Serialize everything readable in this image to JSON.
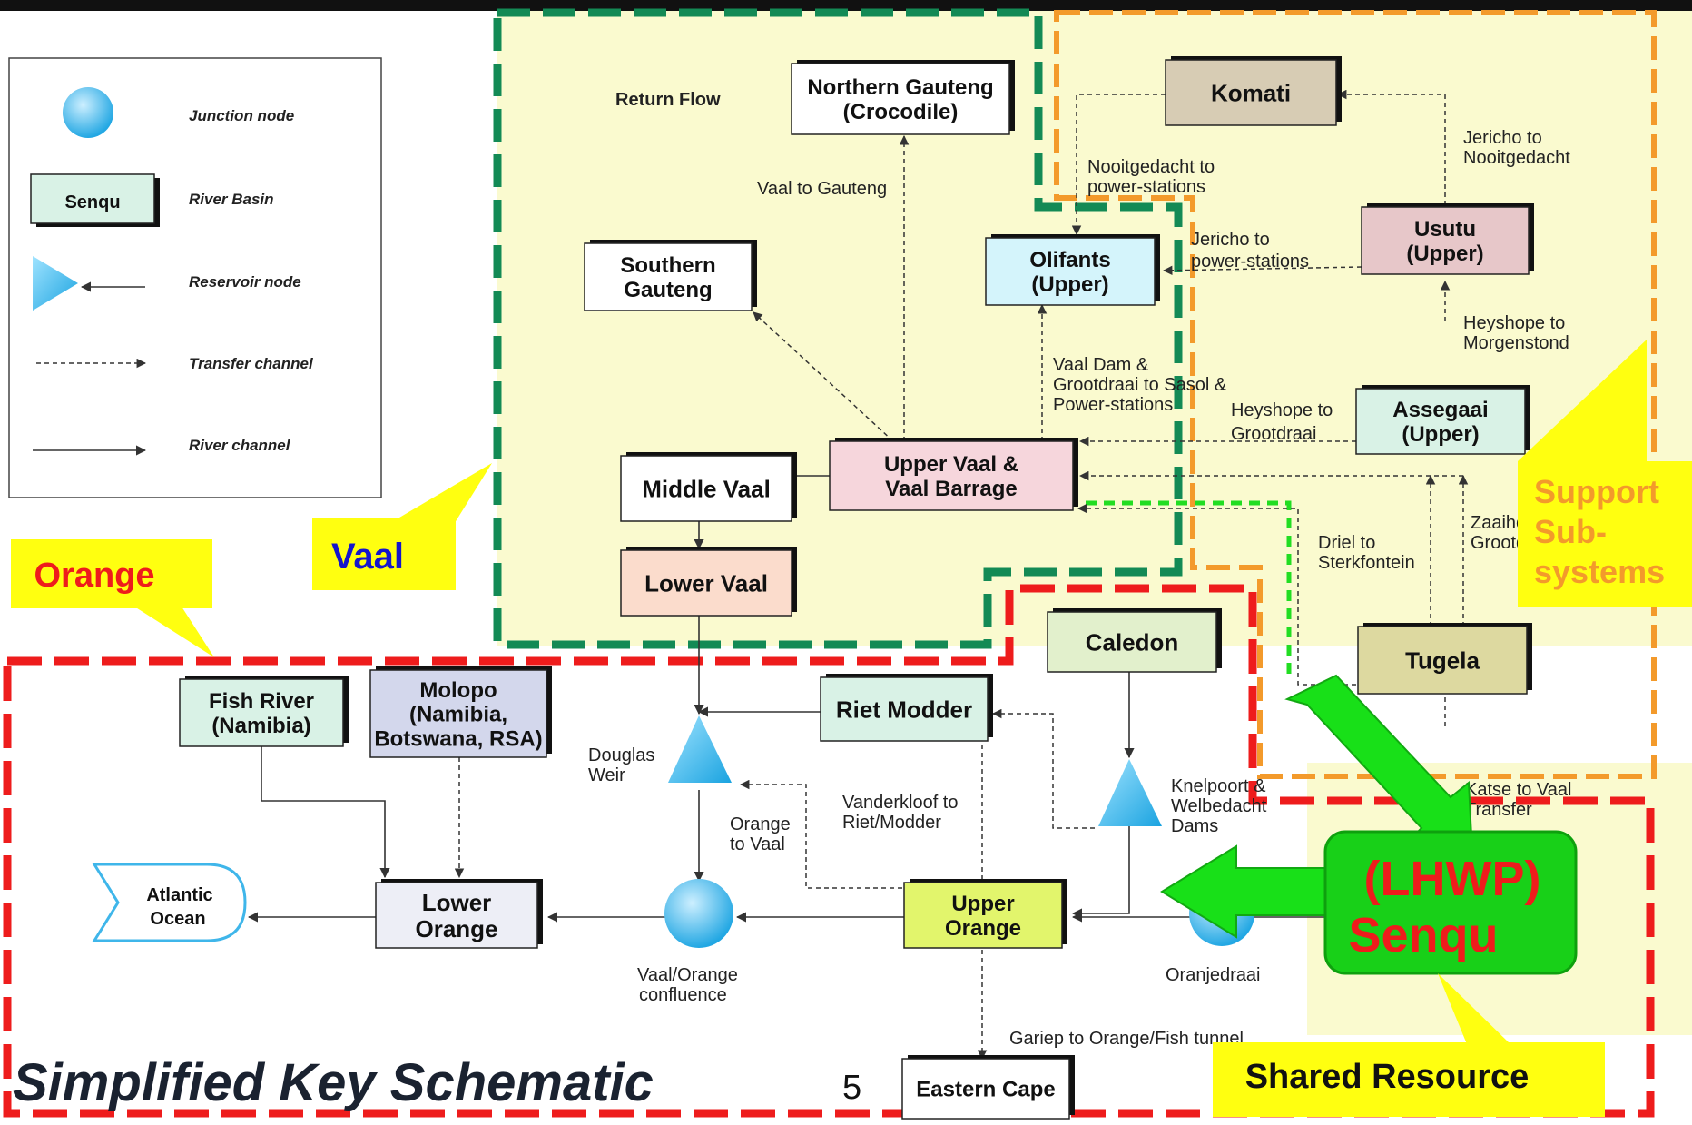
{
  "title": "Simplified Key Schematic",
  "page_number": "5",
  "legend": {
    "junction": "Junction node",
    "basin_sample": "Senqu",
    "basin": "River Basin",
    "reservoir": "Reservoir node",
    "transfer": "Transfer channel",
    "river": "River channel"
  },
  "basins": {
    "northern_gauteng": [
      "Northern Gauteng",
      "(Crocodile)"
    ],
    "southern_gauteng": [
      "Southern",
      "Gauteng"
    ],
    "olifants": [
      "Olifants",
      "(Upper)"
    ],
    "komati": [
      "Komati"
    ],
    "usutu": [
      "Usutu",
      "(Upper)"
    ],
    "assegaai": [
      "Assegaai",
      "(Upper)"
    ],
    "upper_vaal": [
      "Upper Vaal &",
      "Vaal Barrage"
    ],
    "middle_vaal": [
      "Middle Vaal"
    ],
    "lower_vaal": [
      "Lower Vaal"
    ],
    "tugela": [
      "Tugela"
    ],
    "caledon": [
      "Caledon"
    ],
    "riet_modder": [
      "Riet Modder"
    ],
    "fish_river": [
      "Fish River",
      "(Namibia)"
    ],
    "molopo": [
      "Molopo",
      "(Namibia,",
      "Botswana, RSA)"
    ],
    "lower_orange": [
      "Lower",
      "Orange"
    ],
    "upper_orange": [
      "Upper",
      "Orange"
    ],
    "eastern_cape": [
      "Eastern Cape"
    ],
    "atlantic": [
      "Atlantic",
      "Ocean"
    ]
  },
  "labels": {
    "return_flow": "Return Flow",
    "vaal_to_gauteng": "Vaal to Gauteng",
    "nooitgedacht": [
      "Nooitgedacht to",
      "power-stations"
    ],
    "jericho_nooit": [
      "Jericho to",
      "Nooitgedacht"
    ],
    "jericho_power": [
      "Jericho to",
      "power-stations"
    ],
    "heyshope_morg": [
      "Heyshope to",
      "Morgenstond"
    ],
    "vaal_dam": [
      "Vaal Dam &",
      "Grootdraai to Sasol &",
      "Power-stations"
    ],
    "heyshope_groot": [
      "Heyshope to",
      "Grootdraai"
    ],
    "driel": [
      "Driel to",
      "Sterkfontein"
    ],
    "zaaih": [
      "Zaaihoek to",
      "Grootdraai"
    ],
    "katse": [
      "Katse to Vaal",
      "Transfer"
    ],
    "douglas": [
      "Douglas",
      "Weir"
    ],
    "orange_vaal": [
      "Orange",
      "to Vaal"
    ],
    "vanderkloof": [
      "Vanderkloof to",
      "Riet/Modder"
    ],
    "knelpoort": [
      "Knelpoort &",
      "Welbedacht",
      "Dams"
    ],
    "confluence": [
      "Vaal/Orange",
      "confluence"
    ],
    "oranjedraai": "Oranjedraai",
    "gariep": "Gariep to Orange/Fish tunnel"
  },
  "callouts": {
    "vaal": "Vaal",
    "orange": "Orange",
    "support": [
      "Support",
      "Sub-",
      "systems"
    ],
    "lhwp": [
      "(LHWP)",
      "Senqu"
    ],
    "shared": "Shared Resource"
  },
  "colors": {
    "vaal_region": "#fafacf",
    "vaal_border": "#138a55",
    "orange_border": "#ee1c1c",
    "support_border": "#f39a2b",
    "callout_yellow": "#ffff10",
    "junction": "#3fb6ea",
    "arrow_green": "#18e018"
  }
}
